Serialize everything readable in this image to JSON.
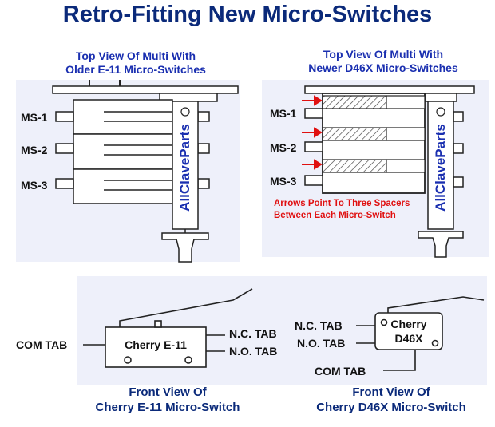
{
  "title": "Retro-Fitting New Micro-Switches",
  "top_left": {
    "caption_line1": "Top View Of Multi With",
    "caption_line2": "Older E-11 Micro-Switches",
    "labels": [
      "MS-1",
      "MS-2",
      "MS-3"
    ],
    "watermark": "AllClaveParts"
  },
  "top_right": {
    "caption_line1": "Top View Of Multi With",
    "caption_line2": "Newer D46X Micro-Switches",
    "labels": [
      "MS-1",
      "MS-2",
      "MS-3"
    ],
    "watermark": "AllClaveParts",
    "note_line1": "Arrows Point To Three Spacers",
    "note_line2": "Between Each Micro-Switch"
  },
  "bottom": {
    "e11": {
      "body_label": "Cherry E-11",
      "com_tab": "COM TAB",
      "nc_tab": "N.C. TAB",
      "no_tab": "N.O. TAB",
      "caption_line1": "Front View Of",
      "caption_line2": "Cherry E-11 Micro-Switch"
    },
    "d46x": {
      "body_line1": "Cherry",
      "body_line2": "D46X",
      "com_tab": "COM TAB",
      "nc_tab": "N.C. TAB",
      "no_tab": "N.O. TAB",
      "caption_line1": "Front View Of",
      "caption_line2": "Cherry D46X Micro-Switch"
    }
  },
  "colors": {
    "title": "#0b2a7a",
    "caption": "#1a2fb0",
    "arrow": "#e01010",
    "panel": "#eef0fa"
  }
}
